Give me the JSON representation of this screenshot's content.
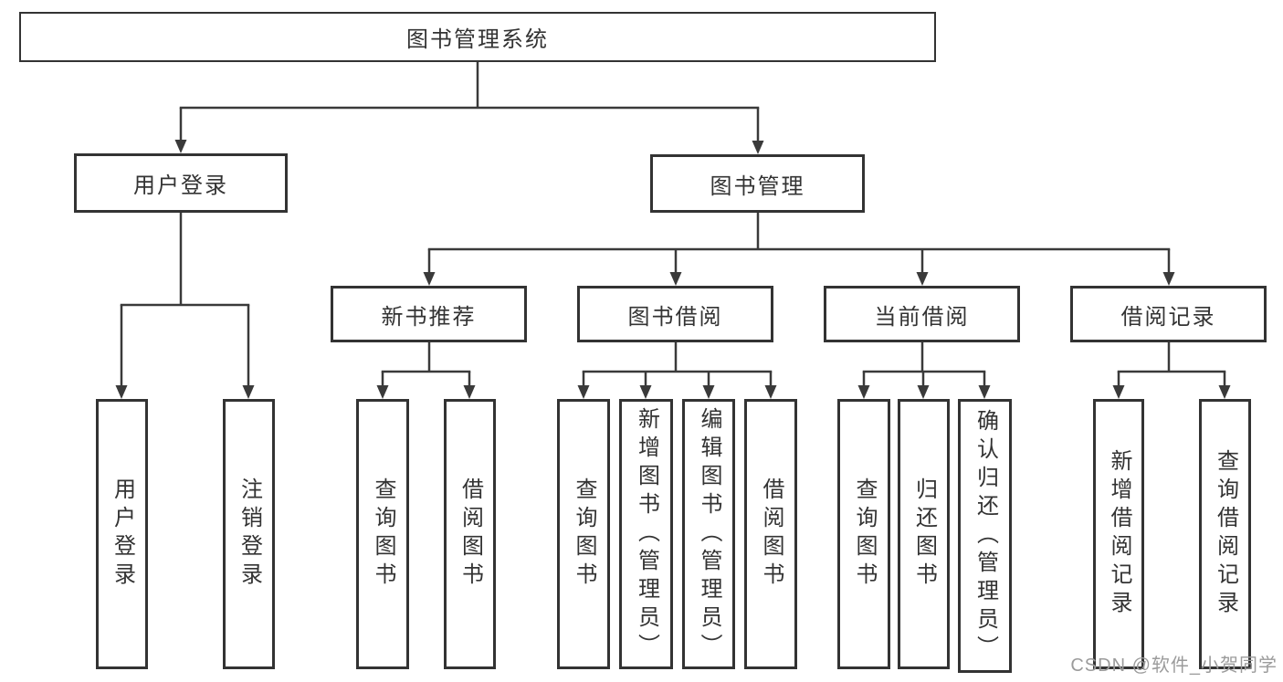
{
  "diagram": {
    "root": {
      "label": "图书管理系统"
    },
    "level2": [
      {
        "label": "用户登录"
      },
      {
        "label": "图书管理"
      }
    ],
    "level3": [
      {
        "label": "新书推荐"
      },
      {
        "label": "图书借阅"
      },
      {
        "label": "当前借阅"
      },
      {
        "label": "借阅记录"
      }
    ],
    "leaves": {
      "user_login": [
        "用户登录",
        "注销登录"
      ],
      "new_book": [
        "查询图书",
        "借阅图书"
      ],
      "book_borrow": [
        "查询图书",
        "新增图书（管理员）",
        "编辑图书（管理员）",
        "借阅图书"
      ],
      "current_borrow": [
        "查询图书",
        "归还图书",
        "确认归还（管理员）"
      ],
      "borrow_records": [
        "新增借阅记录",
        "查询借阅记录"
      ]
    }
  },
  "watermark": {
    "text": "CSDN @软件_小贺同学"
  },
  "colors": {
    "line": "#3a3a3a",
    "box_border": "#333333",
    "text": "#333333",
    "watermark": "#9b9b9b",
    "background": "#ffffff"
  }
}
